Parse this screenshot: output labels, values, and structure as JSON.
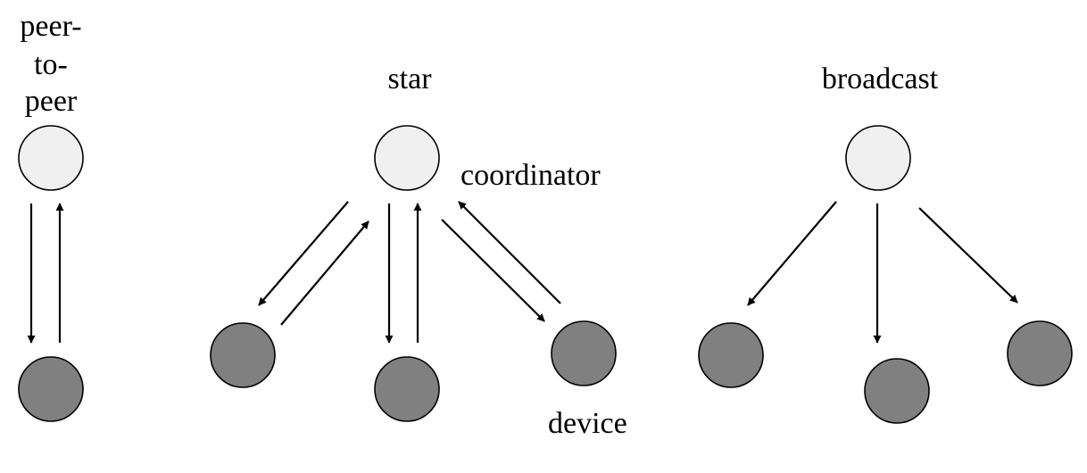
{
  "topologies": {
    "peer_to_peer": {
      "title_lines": [
        "peer-",
        "to-",
        "peer"
      ]
    },
    "star": {
      "title": "star",
      "coordinator_label": "coordinator",
      "device_label": "device"
    },
    "broadcast": {
      "title": "broadcast"
    }
  },
  "colors": {
    "coordinator_fill": "#f0f0f0",
    "device_fill": "#808080",
    "stroke": "#000000"
  }
}
